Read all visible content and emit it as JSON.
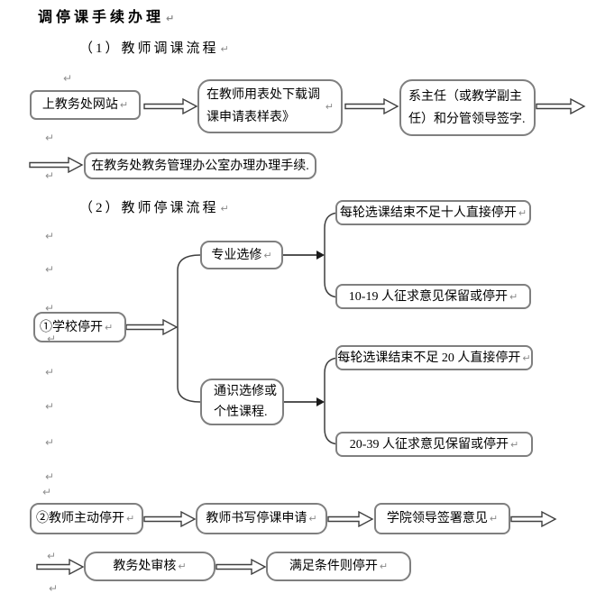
{
  "title": "调停课手续办理",
  "return_mark": "↵",
  "headings": {
    "flow1": "（1）教师调课流程",
    "flow2": "（2）教师停课流程"
  },
  "flow1": {
    "website": "上教务处网站",
    "download": "在教师用表处下载调课申请表样表》",
    "sign": "系主任（或教学副主任）和分管领导签字.",
    "office": "在教务处教务管理办公室办理办理手续."
  },
  "flow2": {
    "school_stop": "①学校停开",
    "major_elective": "专业选修",
    "general_elective": "通识选修或个性课程.",
    "lt10": "每轮选课结束不足十人直接停开",
    "p10_19": "10-19 人征求意见保留或停开",
    "lt20": "每轮选课结束不足 20 人直接停开",
    "p20_39": "20-39 人征求意见保留或停开",
    "teacher_stop": "②教师主动停开",
    "write_apply": "教师书写停课申请",
    "college_sign": "学院领导签署意见",
    "jwc_review": "教务处审核",
    "meet_condition": "满足条件则停开"
  },
  "colors": {
    "box_border": "#7f7f7f",
    "arrow_outline": "#3f3f3f",
    "text": "#000000",
    "paragraph_mark": "#909090"
  }
}
